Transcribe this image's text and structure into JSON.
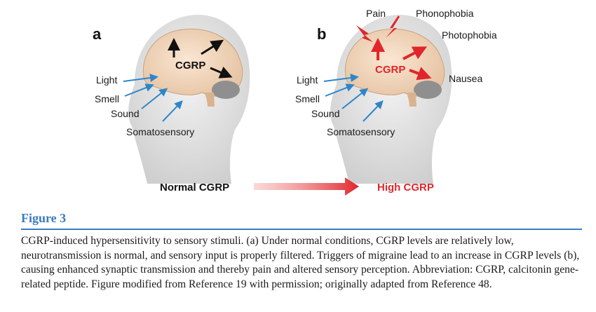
{
  "panel_a": {
    "letter": "a",
    "center": "CGRP",
    "inputs": [
      "Light",
      "Smell",
      "Sound",
      "Somatosensory"
    ]
  },
  "panel_b": {
    "letter": "b",
    "center": "CGRP",
    "inputs": [
      "Light",
      "Smell",
      "Sound",
      "Somatosensory"
    ],
    "outputs": [
      "Pain",
      "Phonophobia",
      "Photophobia",
      "Nausea"
    ]
  },
  "transition": {
    "from_label": "Normal CGRP",
    "to_label": "High CGRP"
  },
  "colors": {
    "accent_blue": "#3b7bbf",
    "arrow_blue": "#2e86c9",
    "arrow_red": "#e0262b",
    "brain_fill": "#f2d9c0",
    "head_fill": "#e4e4e4"
  },
  "figure": {
    "title": "Figure 3",
    "caption": "CGRP-induced hypersensitivity to sensory stimuli. (a) Under normal conditions, CGRP levels are relatively low, neurotransmission is normal, and sensory input is properly filtered. Triggers of migraine lead to an increase in CGRP levels (b), causing enhanced synaptic transmission and thereby pain and altered sensory perception. Abbreviation: CGRP, calcitonin gene-related peptide. Figure modified from Reference 19 with permission; originally adapted from Reference 48."
  }
}
